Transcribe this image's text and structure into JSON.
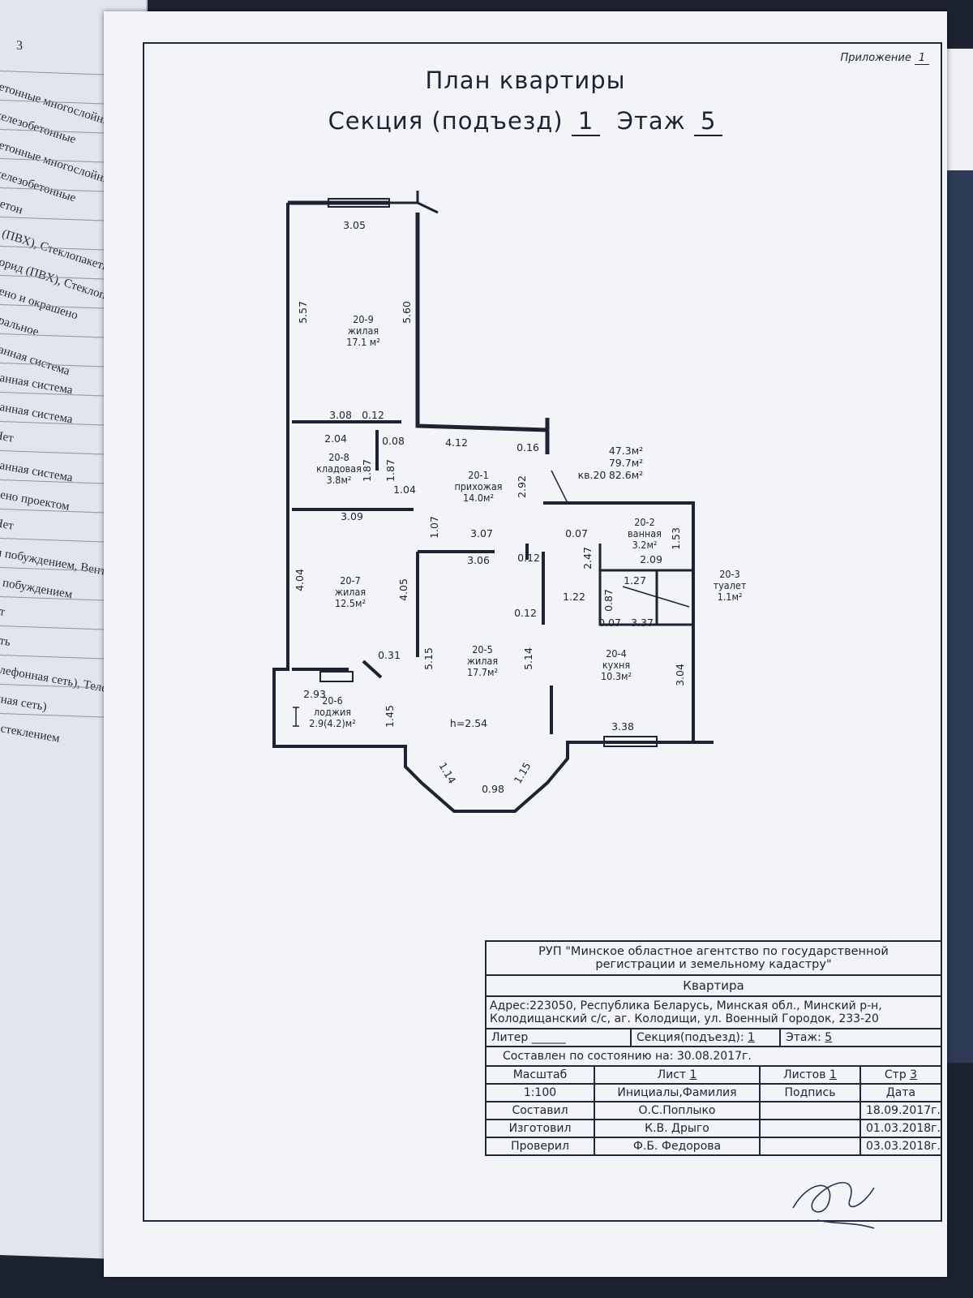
{
  "book_page": {
    "column_number": "3",
    "lines": [
      "бетонные многослойные",
      "железобетонные",
      "бетонные многослойные",
      "железобетонные",
      "Бетон",
      "д (ПВХ), Стеклопакеты",
      "лорид (ПВХ), Стеклопакеты",
      "рено и окрашено",
      "тральное",
      "ванная система",
      "ванная система",
      "ванная система",
      "Нет",
      "ванная система",
      "рено проектом",
      "Нет",
      "м побуждением, Вентил",
      "с побуждением",
      "ет",
      "сть",
      "елефонная сеть), Телеви",
      "нная сеть)",
      "остеклением"
    ]
  },
  "document": {
    "appendix_label": "Приложение",
    "appendix_number": "1",
    "title": "План квартиры",
    "section_label": "Секция (подъезд)",
    "section_number": "1",
    "floor_label": "Этаж",
    "floor_number": "5"
  },
  "plan": {
    "apartment": "кв.20",
    "areas": [
      "47.3м²",
      "79.7м²",
      "82.6м²"
    ],
    "ceiling_height": "h=2.54",
    "rooms": [
      {
        "id": "20-9",
        "name": "жилая",
        "area": "17.1 м²"
      },
      {
        "id": "20-8",
        "name": "кладовая",
        "area": "3.8м²"
      },
      {
        "id": "20-1",
        "name": "прихожая",
        "area": "14.0м²"
      },
      {
        "id": "20-2",
        "name": "ванная",
        "area": "3.2м²"
      },
      {
        "id": "20-3",
        "name": "туалет",
        "area": "1.1м²"
      },
      {
        "id": "20-7",
        "name": "жилая",
        "area": "12.5м²"
      },
      {
        "id": "20-5",
        "name": "жилая",
        "area": "17.7м²"
      },
      {
        "id": "20-4",
        "name": "кухня",
        "area": "10.3м²"
      },
      {
        "id": "20-6",
        "name": "лоджия",
        "area": "2.9(4.2)м²"
      }
    ],
    "dimensions": [
      "3.05",
      "5.57",
      "5.60",
      "3.08",
      "0.12",
      "2.04",
      "0.08",
      "4.12",
      "0.16",
      "1.87",
      "1.87",
      "1.04",
      "2.92",
      "3.09",
      "1.07",
      "3.07",
      "0.07",
      "1.53",
      "3.06",
      "0.12",
      "2.47",
      "2.09",
      "1.27",
      "4.04",
      "4.05",
      "1.22",
      "0.87",
      "0.12",
      "0.07",
      "3.37",
      "0.31",
      "5.15",
      "5.14",
      "3.04",
      "2.93",
      "1.45",
      "3.38",
      "1.14",
      "0.98",
      "1.15"
    ]
  },
  "stamp": {
    "org_line1": "РУП \"Минское областное агентство по государственной",
    "org_line2": "регистрации и земельному кадастру\"",
    "object": "Квартира",
    "address_line1": "Адрес:223050, Республика Беларусь, Минская обл., Минский р-н,",
    "address_line2": "Колодищанский с/с, аг. Колодищи, ул. Военный Городок, 233-20",
    "liter_label": "Литер",
    "section_label": "Секция(подъезд):",
    "section_value": "1",
    "floor_label": "Этаж:",
    "floor_value": "5",
    "compiled_on": "Составлен по состоянию на: 30.08.2017г.",
    "scale_label": "Масштаб",
    "sheet_label": "Лист",
    "sheet_value": "1",
    "sheets_label": "Листов",
    "sheets_value": "1",
    "page_label": "Стр",
    "page_value": "3",
    "scale_value": "1:100",
    "initials_label": "Инициалы,Фамилия",
    "signature_label": "Подпись",
    "date_label": "Дата",
    "rows": [
      {
        "role": "Составил",
        "name": "О.С.Поплыко",
        "date": "18.09.2017г."
      },
      {
        "role": "Изготовил",
        "name": "К.В. Дрыго",
        "date": "01.03.2018г."
      },
      {
        "role": "Проверил",
        "name": "Ф.Б. Федорова",
        "date": "03.03.2018г."
      }
    ]
  }
}
